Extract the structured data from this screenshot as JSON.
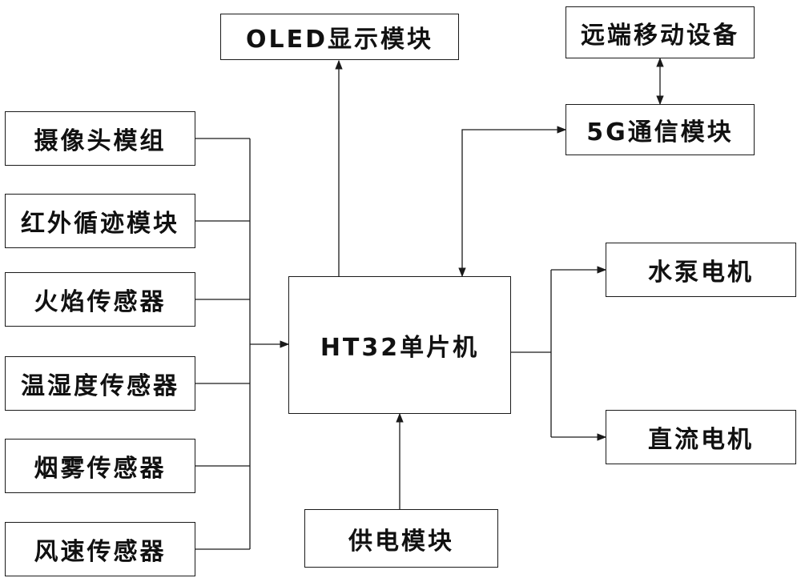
{
  "modules": {
    "oled": "OLED显示模块",
    "remote": "远端移动设备",
    "comm_5g": "5G通信模块",
    "camera": "摄像头模组",
    "infrared": "红外循迹模块",
    "flame": "火焰传感器",
    "temp_humidity": "温湿度传感器",
    "smoke": "烟雾传感器",
    "wind": "风速传感器",
    "mcu": "HT32单片机",
    "pump_motor": "水泵电机",
    "dc_motor": "直流电机",
    "power": "供电模块"
  },
  "colors": {
    "line": "#1a1a1a",
    "box_border": "#1a1a1a",
    "text": "#111111"
  }
}
